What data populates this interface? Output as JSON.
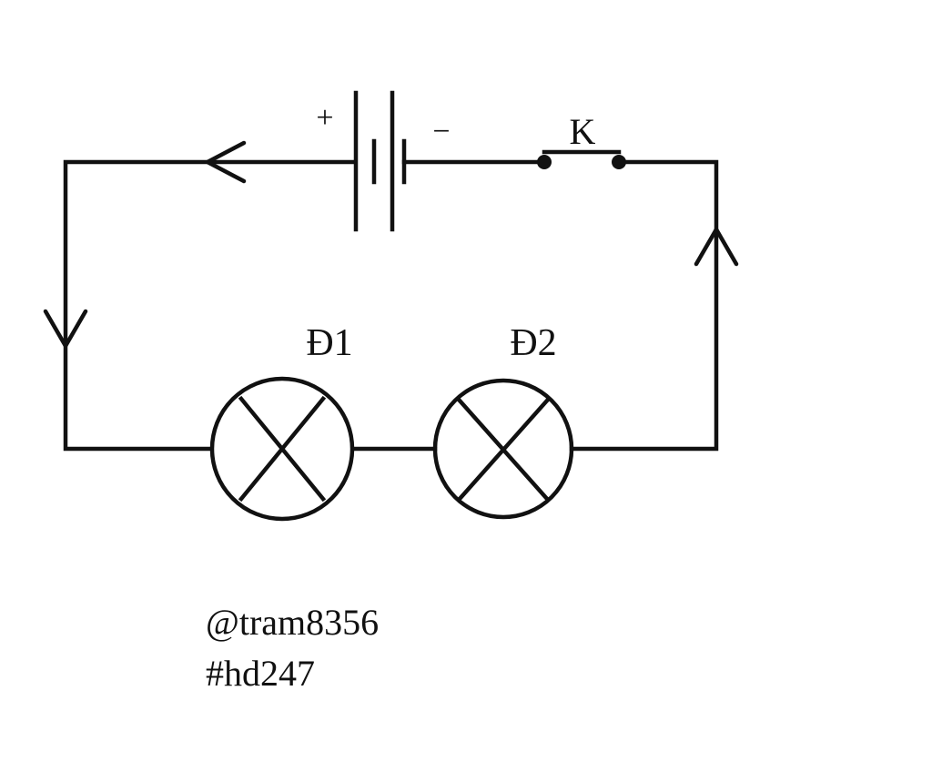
{
  "circuit": {
    "battery": {
      "positive_sign": "+",
      "negative_sign": "−"
    },
    "switch": {
      "label": "K"
    },
    "lamps": [
      {
        "label": "Đ1"
      },
      {
        "label": "Đ2"
      }
    ]
  },
  "credits": {
    "author": "@tram8356",
    "tag": "#hd247"
  },
  "colors": {
    "stroke": "#111111",
    "background": "#ffffff"
  }
}
